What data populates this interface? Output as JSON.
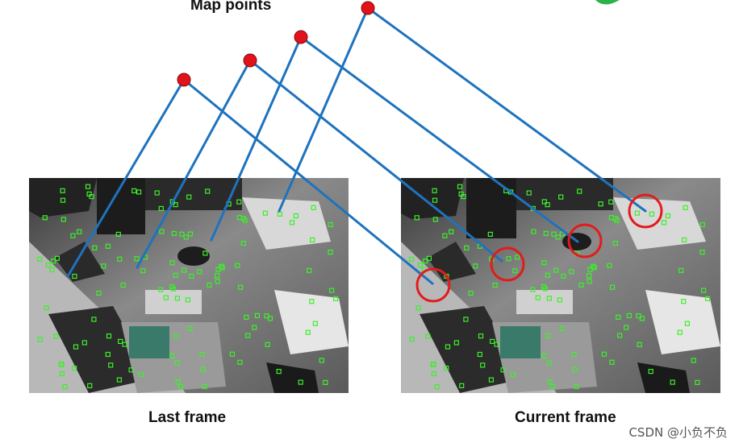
{
  "title": "Map points",
  "frames": {
    "last_label": "Last frame",
    "current_label": "Current frame"
  },
  "watermark": "CSDN @小负不负",
  "colors": {
    "map_point": "#e0121a",
    "connection_line": "#1e73be",
    "feature_marker": "#3cf02a",
    "highlight_circle": "#e31b1b"
  },
  "icons": [
    "leaf-icon"
  ]
}
